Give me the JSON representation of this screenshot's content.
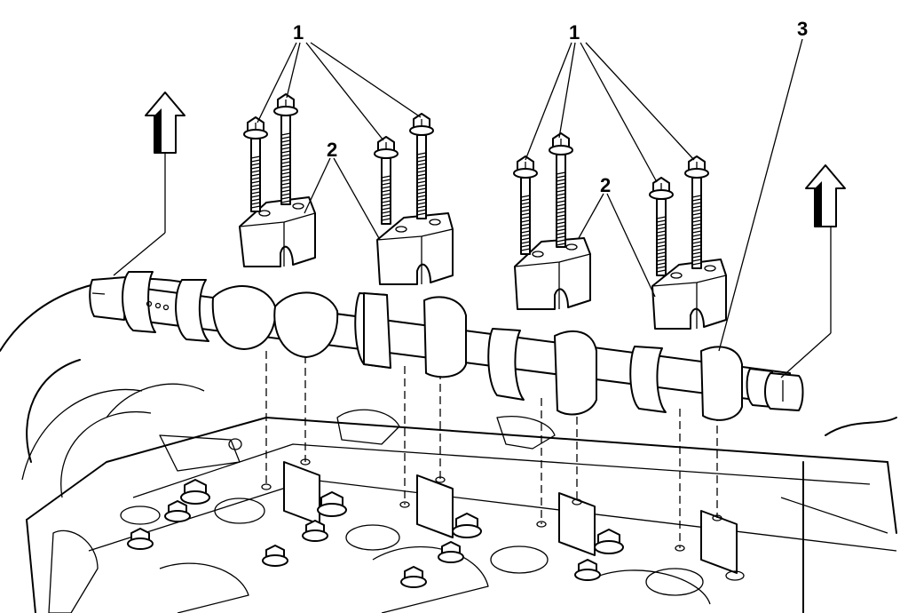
{
  "callouts": {
    "bolts_left": "1",
    "bolts_right": "1",
    "caps_left": "2",
    "caps_right": "2",
    "camshaft": "3"
  },
  "icons": [
    "up-arrow-left",
    "up-arrow-right"
  ]
}
